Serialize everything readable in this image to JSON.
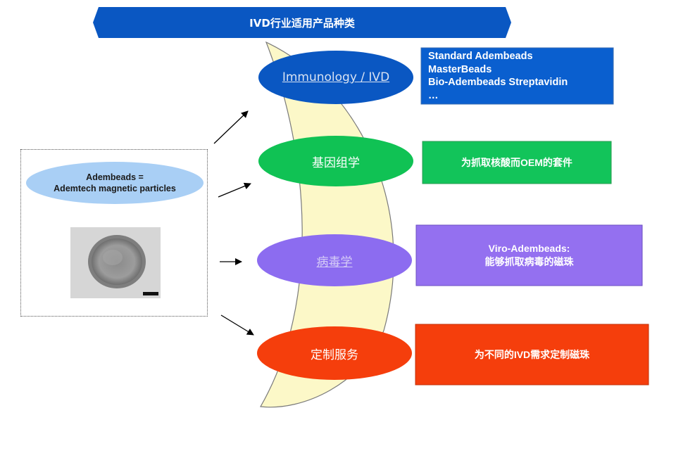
{
  "banner": {
    "title": "IVD行业适用产品种类"
  },
  "source": {
    "line1": "Adembeads =",
    "line2": "Ademtech magnetic particles"
  },
  "categories": [
    {
      "label": "Immunology / IVD",
      "color": "#0a57c2",
      "details": [
        "Standard Adembeads",
        "MasterBeads",
        "Bio-Adembeads Streptavidin",
        "…"
      ]
    },
    {
      "label": "基因组学",
      "color": "#10c254",
      "details": [
        "为抓取核酸而OEM的套件"
      ]
    },
    {
      "label": "病毒学",
      "color": "#8c6cf0",
      "details": [
        "Viro-Adembeads:",
        "能够抓取病毒的磁珠"
      ]
    },
    {
      "label": "定制服务",
      "color": "#f53e0c",
      "details": [
        "为不同的IVD需求定制磁珠"
      ]
    }
  ],
  "colors": {
    "banner": "#0a57c2",
    "crescent": "#fcf8c8",
    "immunology_box": "#0a5fcf",
    "genomics_box": "#12c45a",
    "virology_box": "#9470f0",
    "custom_box": "#f53e0c",
    "source_ellipse": "#a9cff5"
  }
}
